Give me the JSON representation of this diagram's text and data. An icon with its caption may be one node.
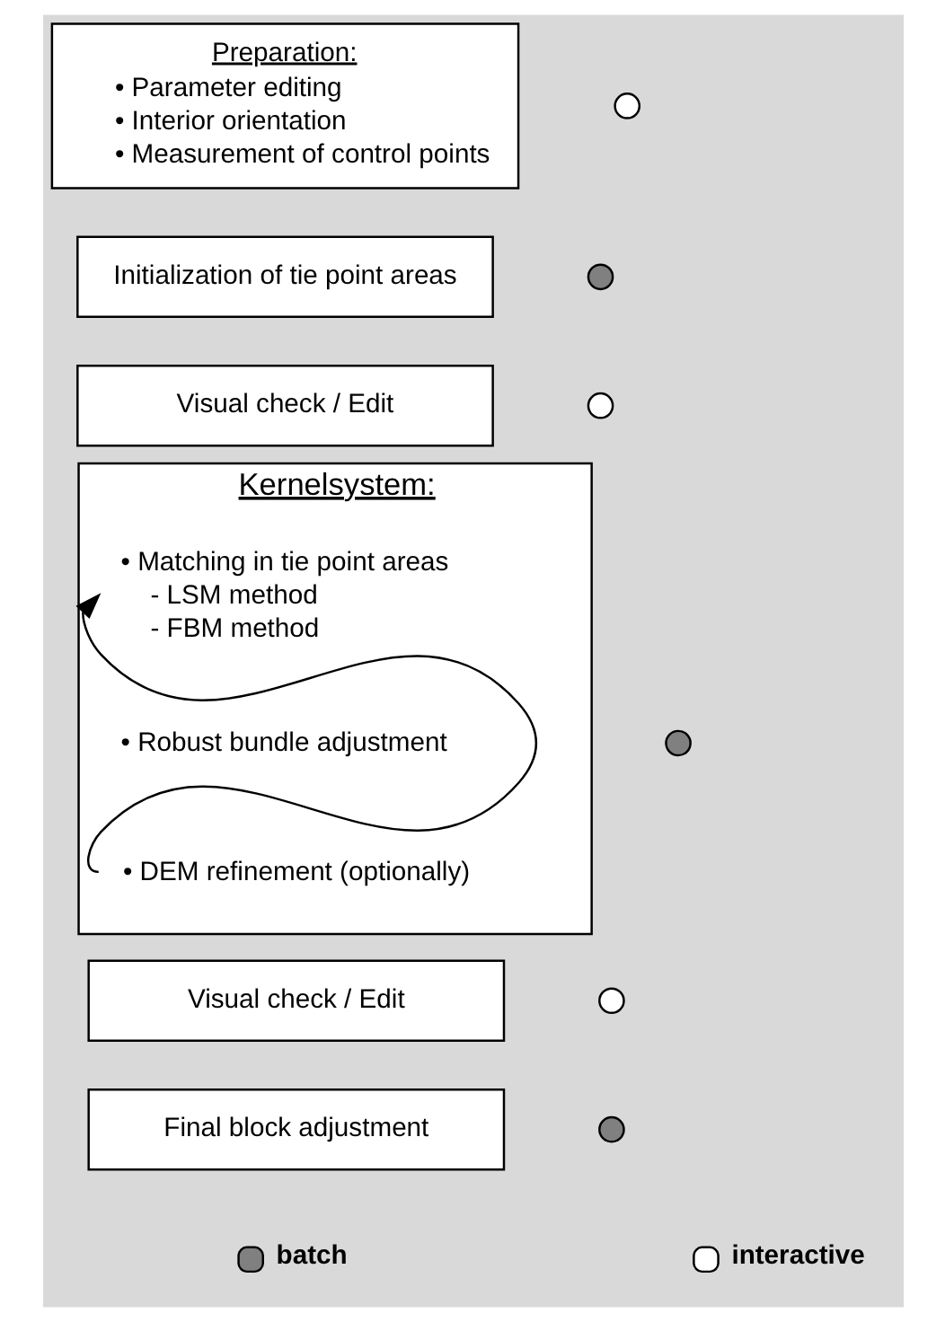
{
  "diagram": {
    "nodes": [
      {
        "text": [
          "Preparation:",
          "• Parameter editing",
          "• Interior orientation",
          "• Measurement of control points"
        ]
      },
      {
        "text": [],
        "shape": "circle"
      },
      {
        "text": [
          "Initialization of tie point areas"
        ]
      },
      {
        "text": [],
        "shape": "circle"
      },
      {
        "text": [
          "Visual check / Edit"
        ]
      },
      {
        "text": [],
        "shape": "circle"
      },
      {
        "text": [
          "Kernelsystem:"
        ]
      },
      {
        "text": [
          "• Matching in tie point areas",
          "- LSM method",
          "- FBM method"
        ],
        "in": 6
      },
      {
        "text": [
          "• Robust bundle adjustment"
        ],
        "in": 6
      },
      {
        "text": [
          "• DEM refinement (optionally)"
        ],
        "in": 6
      },
      {
        "text": [],
        "shape": "circle"
      },
      {
        "text": [
          "Visual check / Edit"
        ]
      },
      {
        "text": [],
        "shape": "circle"
      },
      {
        "text": [
          "Final block adjustment"
        ]
      },
      {
        "text": [],
        "shape": "circle"
      }
    ],
    "edges": [
      {
        "from": 9,
        "to": 7,
        "arrow": "to"
      }
    ],
    "legend": [
      {
        "text": "batch",
        "color": "#808080"
      },
      {
        "text": "interactive",
        "color": "#ffffff"
      }
    ]
  }
}
